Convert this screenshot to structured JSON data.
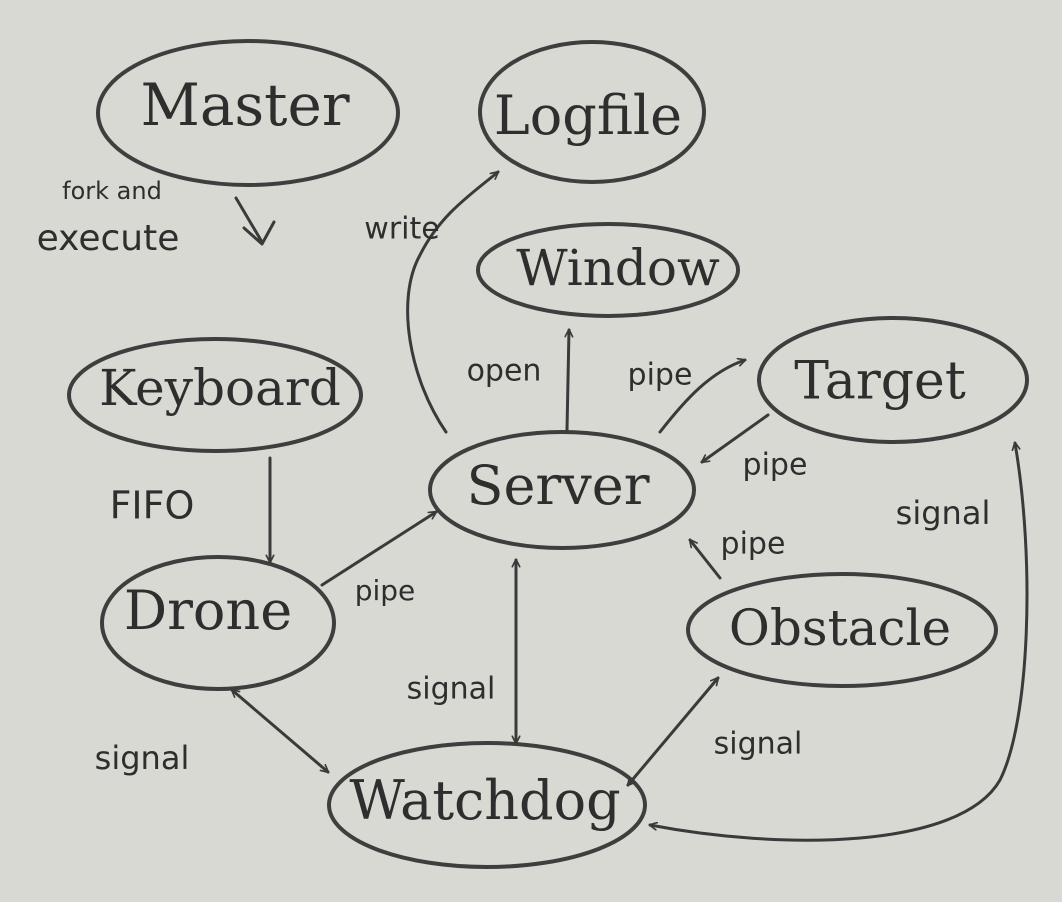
{
  "colors": {
    "paper": "#d9d9d3",
    "ink": "#333333"
  },
  "nodes": {
    "master": "Master",
    "logfile": "Logfile",
    "window": "Window",
    "keyboard": "Keyboard",
    "target": "Target",
    "server": "Server",
    "drone": "Drone",
    "obstacle": "Obstacle",
    "watchdog": "Watchdog"
  },
  "edges": {
    "fork_execute_1": "fork and",
    "fork_execute_2": "execute",
    "write": "write",
    "open": "open",
    "server_target_pipe": "pipe",
    "target_server_pipe": "pipe",
    "keyboard_drone_fifo": "FIFO",
    "drone_server_pipe": "pipe",
    "obstacle_server_pipe": "pipe",
    "target_watchdog_signal": "signal",
    "server_watchdog_signal": "signal",
    "drone_watchdog_signal": "signal",
    "obstacle_watchdog_signal": "signal"
  }
}
